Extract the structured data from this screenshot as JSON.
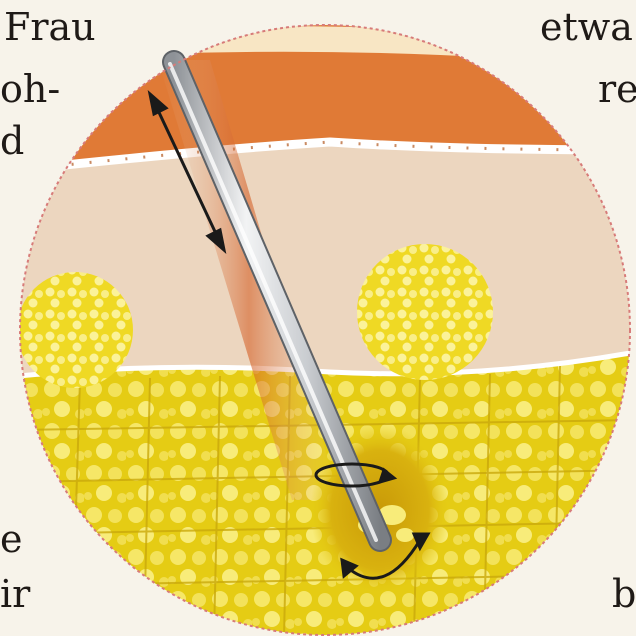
{
  "text_fragments": {
    "left": [
      "Frau",
      "oh-",
      "d",
      "e",
      "ir"
    ],
    "right": [
      "etwa",
      "re",
      "b"
    ]
  },
  "colors": {
    "page": "#f7f3ea",
    "epidermis": "#e07a36",
    "dermis": "#ecd6bf",
    "fat": "#e9d21a",
    "fat_light": "#f8ec7a",
    "needle": "#c9ccd0",
    "circle_border": "#d77b79"
  },
  "icons": {
    "needle": "cannula-icon",
    "double_arrow": "double-arrow-icon",
    "rotation": "rotation-arrow-icon",
    "curved_arrow": "curved-arrow-icon"
  }
}
